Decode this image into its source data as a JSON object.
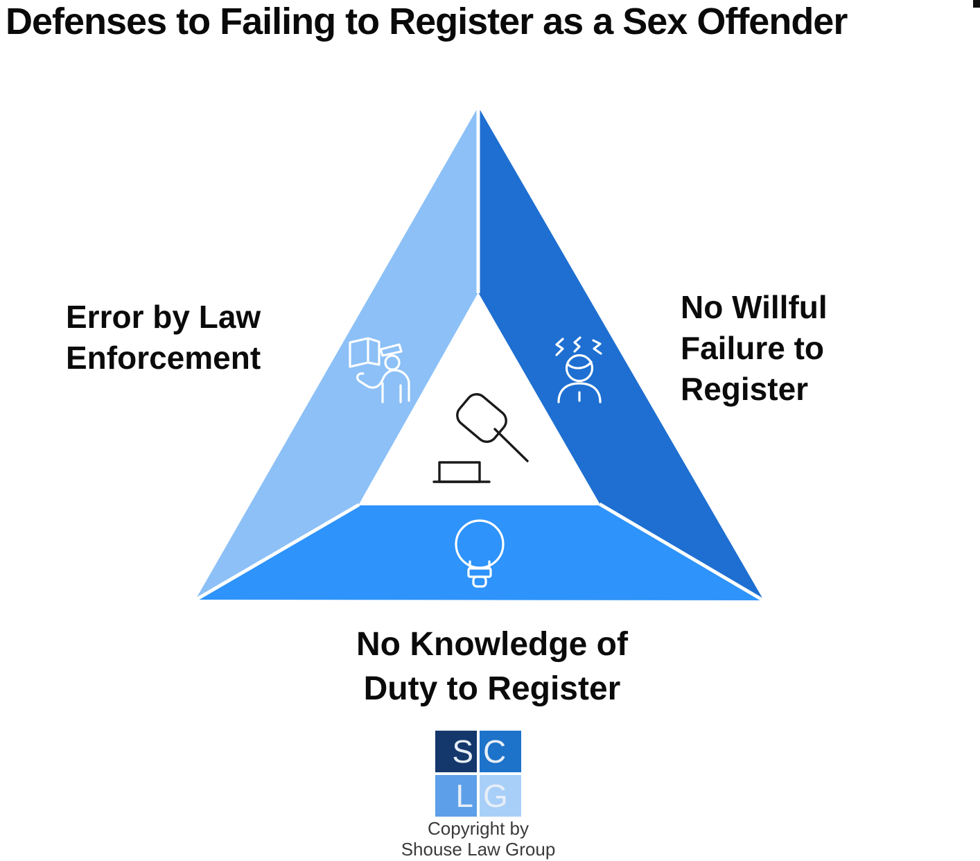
{
  "title": "Defenses to Failing to Register as a Sex Offender",
  "triangle": {
    "center_icon": "gavel-icon",
    "segments": [
      {
        "id": "left",
        "label": "Error by Law Enforcement",
        "label_lines": [
          "Error by Law",
          "Enforcement"
        ],
        "icon": "police-officer-icon",
        "color": "#8cc0f7"
      },
      {
        "id": "right",
        "label": "No Willful Failure to Register",
        "label_lines": [
          "No Willful",
          "Failure to",
          "Register"
        ],
        "icon": "stressed-person-icon",
        "color": "#1e6fd1"
      },
      {
        "id": "bottom",
        "label": "No Knowledge of Duty to Register",
        "label_lines": [
          "No Knowledge of",
          "Duty to Register"
        ],
        "icon": "lightbulb-icon",
        "color": "#2e93fa"
      }
    ]
  },
  "colors": {
    "icon_stroke_light": "#ffffff",
    "gavel_stroke": "#1a1a1a",
    "divider": "#ffffff",
    "label_text": "#0b0b0b"
  },
  "logo": {
    "tiles": [
      {
        "letter": "S",
        "color": "#15386c"
      },
      {
        "letter": "C",
        "color": "#1d72c9"
      },
      {
        "letter": "L",
        "color": "#5d9fe9"
      },
      {
        "letter": "G",
        "color": "#a8cff8"
      }
    ]
  },
  "copyright": {
    "lines": [
      "Copyright by",
      "Shouse Law Group"
    ]
  }
}
